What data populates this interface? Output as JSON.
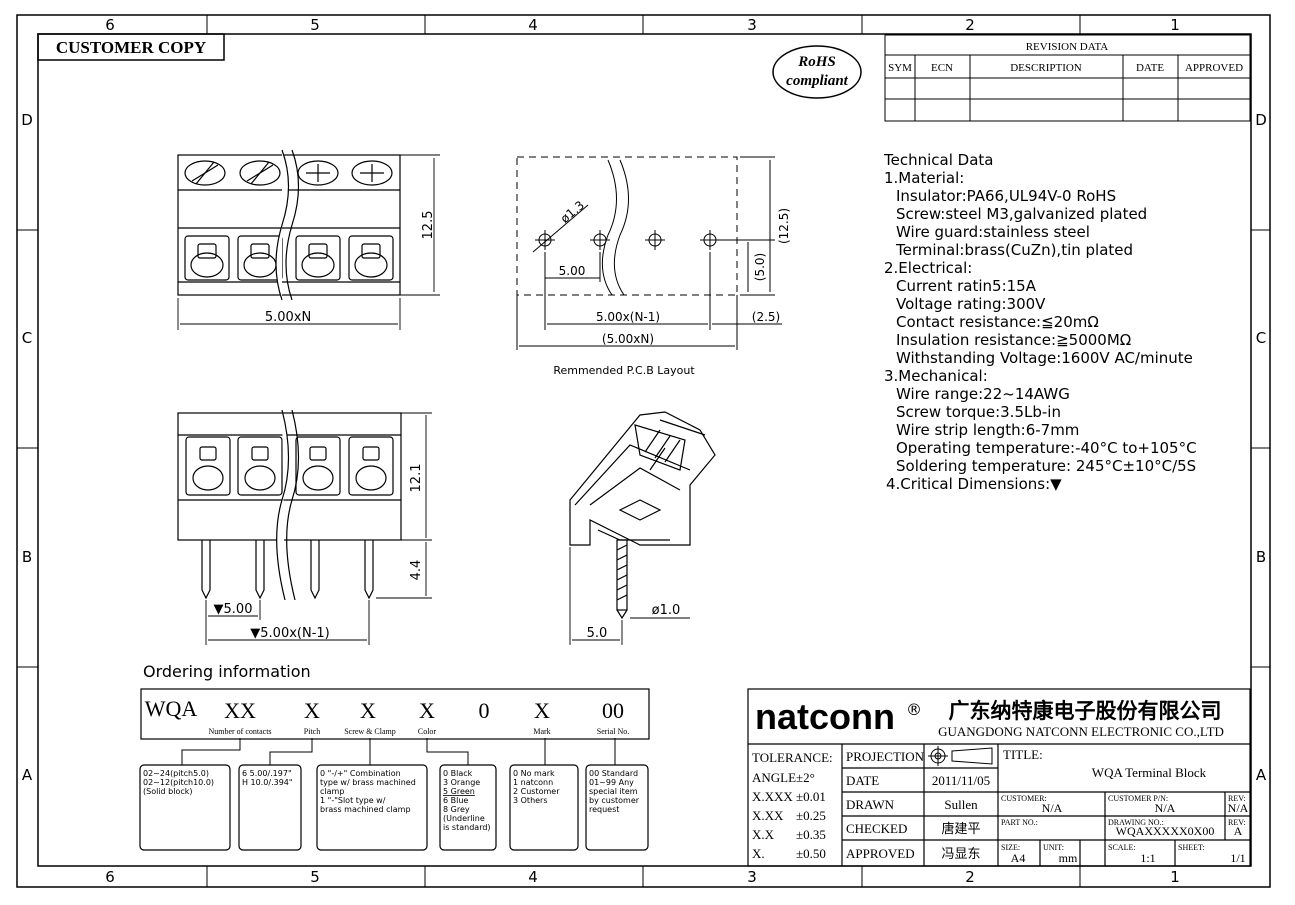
{
  "border": {
    "columns": [
      "6",
      "5",
      "4",
      "3",
      "2",
      "1"
    ],
    "rows": [
      "D",
      "C",
      "B",
      "A"
    ]
  },
  "stamp": "CUSTOMER COPY",
  "rohs": {
    "line1": "RoHS",
    "line2": "compliant"
  },
  "revision": {
    "title": "REVISION DATA",
    "headers": [
      "SYM",
      "ECN",
      "DESCRIPTION",
      "DATE",
      "APPROVED"
    ]
  },
  "dims": {
    "top_height": "12.5",
    "top_width": "5.00xN",
    "pcb_hole": "ø1.3",
    "pcb_pitch": "5.00",
    "pcb_v_small": "(5.0)",
    "pcb_v_big": "(12.5)",
    "pcb_span": "5.00x(N-1)",
    "pcb_edge": "(2.5)",
    "pcb_total": "(5.00xN)",
    "pcb_caption": "Remmended P.C.B Layout",
    "front_height": "12.1",
    "front_pin": "4.4",
    "front_pitch": "▼5.00",
    "front_span": "▼5.00x(N-1)",
    "side_pin": "ø1.0",
    "side_offset": "5.0"
  },
  "tech": {
    "lines": [
      "Technical Data",
      "1.Material:",
      " Insulator:PA66,UL94V-0 RoHS",
      " Screw:steel M3,galvanized plated",
      " Wire guard:stainless steel",
      " Terminal:brass(CuZn),tin plated",
      "2.Electrical:",
      " Current ratin5:15A",
      " Voltage rating:300V",
      " Contact resistance:≦20mΩ",
      " Insulation resistance:≧5000MΩ",
      " Withstanding Voltage:1600V AC/minute",
      "3.Mechanical:",
      " Wire range:22~14AWG",
      " Screw torque:3.5Lb-in",
      " Wire strip length:6-7mm",
      " Operating temperature:-40°C to+105°C",
      " Soldering temperature: 245°C±10°C/5S",
      "4.Critical Dimensions:▼"
    ]
  },
  "ordering": {
    "title": "Ordering information",
    "codes": [
      "WQA",
      "XX",
      "X",
      "X",
      "X",
      "0",
      "X",
      "00"
    ],
    "sublabels": [
      "Number of contacts",
      "Pitch",
      "Screw & Clamp",
      "Color",
      "Mark",
      "Serial No."
    ],
    "boxes": [
      [
        "02~24(pitch5.0)",
        "02~12(pitch10.0)",
        "(Solid block)"
      ],
      [
        "6 5.00/.197\"",
        "H 10.0/.394\""
      ],
      [
        "0 \"-/+\" Combination",
        "type w/ brass machined",
        "clamp",
        "1 \"-\"Slot type w/",
        "brass machined clamp"
      ],
      [
        "0 Black",
        "3 Orange",
        "5 Green",
        "6 Blue",
        "8 Grey",
        "(Underline",
        "is standard)"
      ],
      [
        "0 No mark",
        "1 natconn",
        "2 Customer",
        "3 Others"
      ],
      [
        "00 Standard",
        "01~99 Any",
        "special item",
        "by customer",
        "request"
      ]
    ]
  },
  "titleblock": {
    "logo": "natconn",
    "reg": "®",
    "company_cn": "广东纳特康电子股份有限公司",
    "company_en": "GUANGDONG NATCONN ELECTRONIC CO.,LTD",
    "tolerance_label": "TOLERANCE:",
    "tolerances": [
      [
        "ANGLE",
        "±2°"
      ],
      [
        "X.XXX",
        "±0.01"
      ],
      [
        "X.XX",
        "±0.25"
      ],
      [
        "X.X",
        "±0.35"
      ],
      [
        "X.",
        "±0.50"
      ]
    ],
    "projection_label": "PROJECTION",
    "date_label": "DATE",
    "date_value": "2011/11/05",
    "drawn_label": "DRAWN",
    "drawn_value": "Sullen",
    "checked_label": "CHECKED",
    "checked_value": "唐建平",
    "approved_label": "APPROVED",
    "approved_value": "冯显东",
    "title_label": "TITLE:",
    "title_value": "WQA Terminal Block",
    "customer_label": "CUSTOMER:",
    "customer_value": "N/A",
    "customer_pn_label": "CUSTOMER P/N:",
    "customer_pn_value": "N/A",
    "rev_label": "REV:",
    "rev_value1": "N/A",
    "part_label": "PART NO.:",
    "drawing_label": "DRAWING NO.:",
    "drawing_value": "WQAXXXXX0X00",
    "rev_value2": "A",
    "size_label": "SIZE:",
    "size_value": "A4",
    "unit_label": "UNIT:",
    "unit_value": "mm",
    "scale_label": "SCALE:",
    "scale_value": "1:1",
    "sheet_label": "SHEET:",
    "sheet_value": "1/1"
  }
}
